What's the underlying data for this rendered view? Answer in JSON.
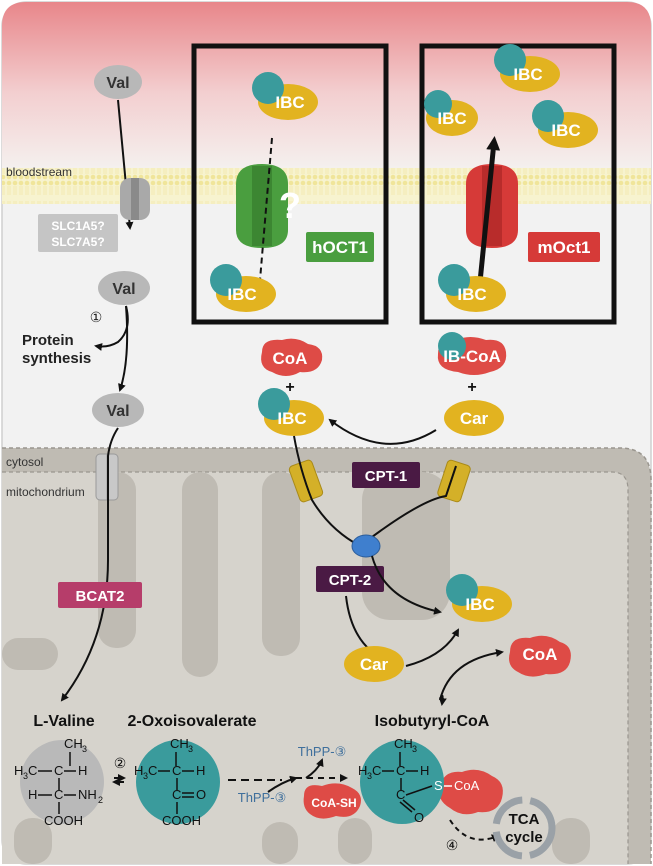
{
  "regions": {
    "bloodstream": "bloodstream",
    "cytosol": "cytosol",
    "mitochondrium": "mitochondrium"
  },
  "valine_path": {
    "val_top": "Val",
    "val_mid": "Val",
    "val_low": "Val",
    "transporter_1": "SLC1A5?",
    "transporter_2": "SLC7A5?",
    "step1_marker": "①",
    "protein_1": "Protein",
    "protein_2": "synthesis"
  },
  "human_box": {
    "ibc_top": "IBC",
    "ibc_bottom": "IBC",
    "question": "?",
    "label": "hOCT1"
  },
  "mouse_box": {
    "ibc_1": "IBC",
    "ibc_2": "IBC",
    "ibc_3": "IBC",
    "ibc_bottom": "IBC",
    "label": "mOct1"
  },
  "carnitine_cycle": {
    "coa_left": "CoA",
    "plus_left": "+",
    "ibc_left": "IBC",
    "ibcoa_right": "IB-CoA",
    "plus_right": "+",
    "car_right": "Car",
    "cpt1": "CPT-1",
    "cpt2": "CPT-2",
    "ibc_mito": "IBC",
    "car_mito": "Car",
    "coa_mito": "CoA"
  },
  "enzymes": {
    "bcat2": "BCAT2"
  },
  "compounds": {
    "valine": "L-Valine",
    "oxo": "2-Oxoisovalerate",
    "ibcoa": "Isobutyryl-CoA",
    "step2": "②",
    "thpp_top": "ThPP-③",
    "thpp_bottom": "ThPP-③",
    "coash": "CoA-SH",
    "step4": "④",
    "tca_1": "TCA",
    "tca_2": "cycle"
  },
  "colors": {
    "blood_top": "#e8888c",
    "membrane": "#f5f1c6",
    "cytosol": "#f2f2f2",
    "mito": "#d2cfc8",
    "teal": "#3a9b9c",
    "gold": "#e2b320",
    "green": "#4a9e3f",
    "red": "#d63a38",
    "coa_red": "#de4b46",
    "enzyme_purple": "#4a1a44",
    "bcat2_pink": "#b63d6a",
    "gray_val": "#b8b8b8",
    "thpp_blue": "#3f6f9c"
  }
}
